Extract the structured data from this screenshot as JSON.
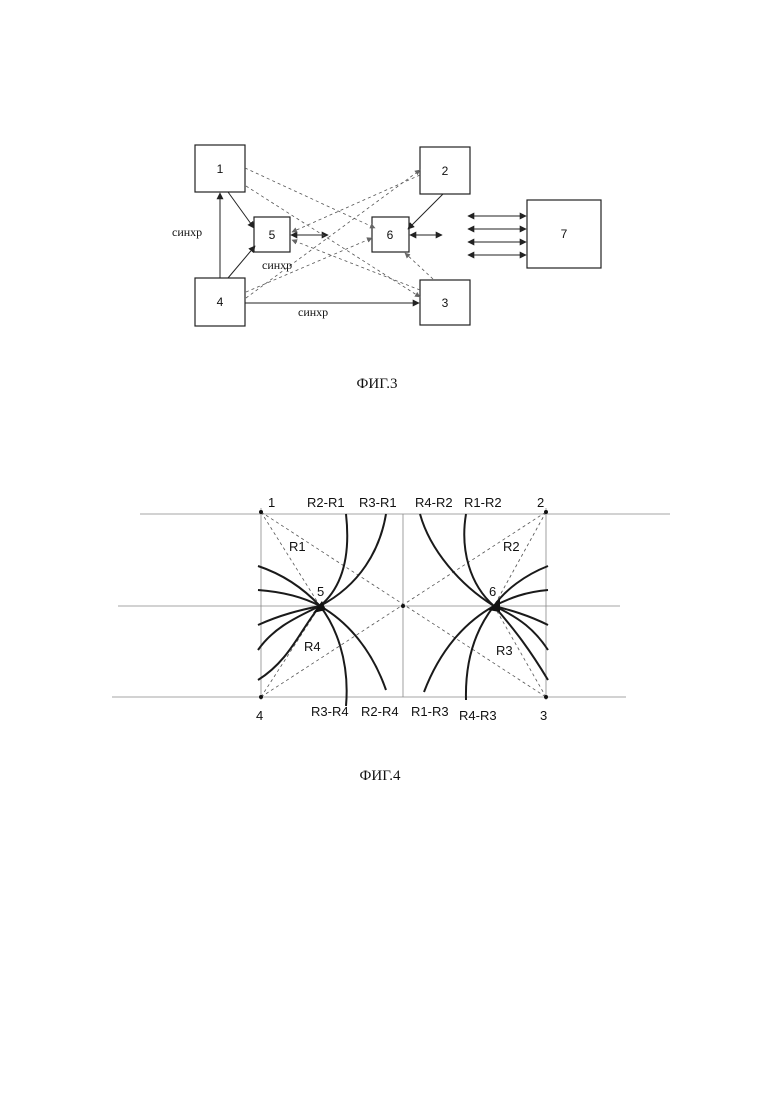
{
  "fig3": {
    "caption": "ФИГ.3",
    "blocks": {
      "b1": "1",
      "b2": "2",
      "b3": "3",
      "b4": "4",
      "b5": "5",
      "b6": "6",
      "b7": "7"
    },
    "labels": {
      "sync_left": "синхр",
      "sync_mid": "синхр",
      "sync_bottom": "синхр"
    }
  },
  "fig4": {
    "caption": "ФИГ.4",
    "points": {
      "p1": "1",
      "p2": "2",
      "p3": "3",
      "p4": "4",
      "p5": "5",
      "p6": "6"
    },
    "top_labels": [
      "R2-R1",
      "R3-R1",
      "R4-R2",
      "R1-R2"
    ],
    "bottom_labels": [
      "R3-R4",
      "R2-R4",
      "R1-R3",
      "R4-R3"
    ],
    "radius_labels": {
      "r1": "R1",
      "r2": "R2",
      "r3": "R3",
      "r4": "R4"
    }
  }
}
